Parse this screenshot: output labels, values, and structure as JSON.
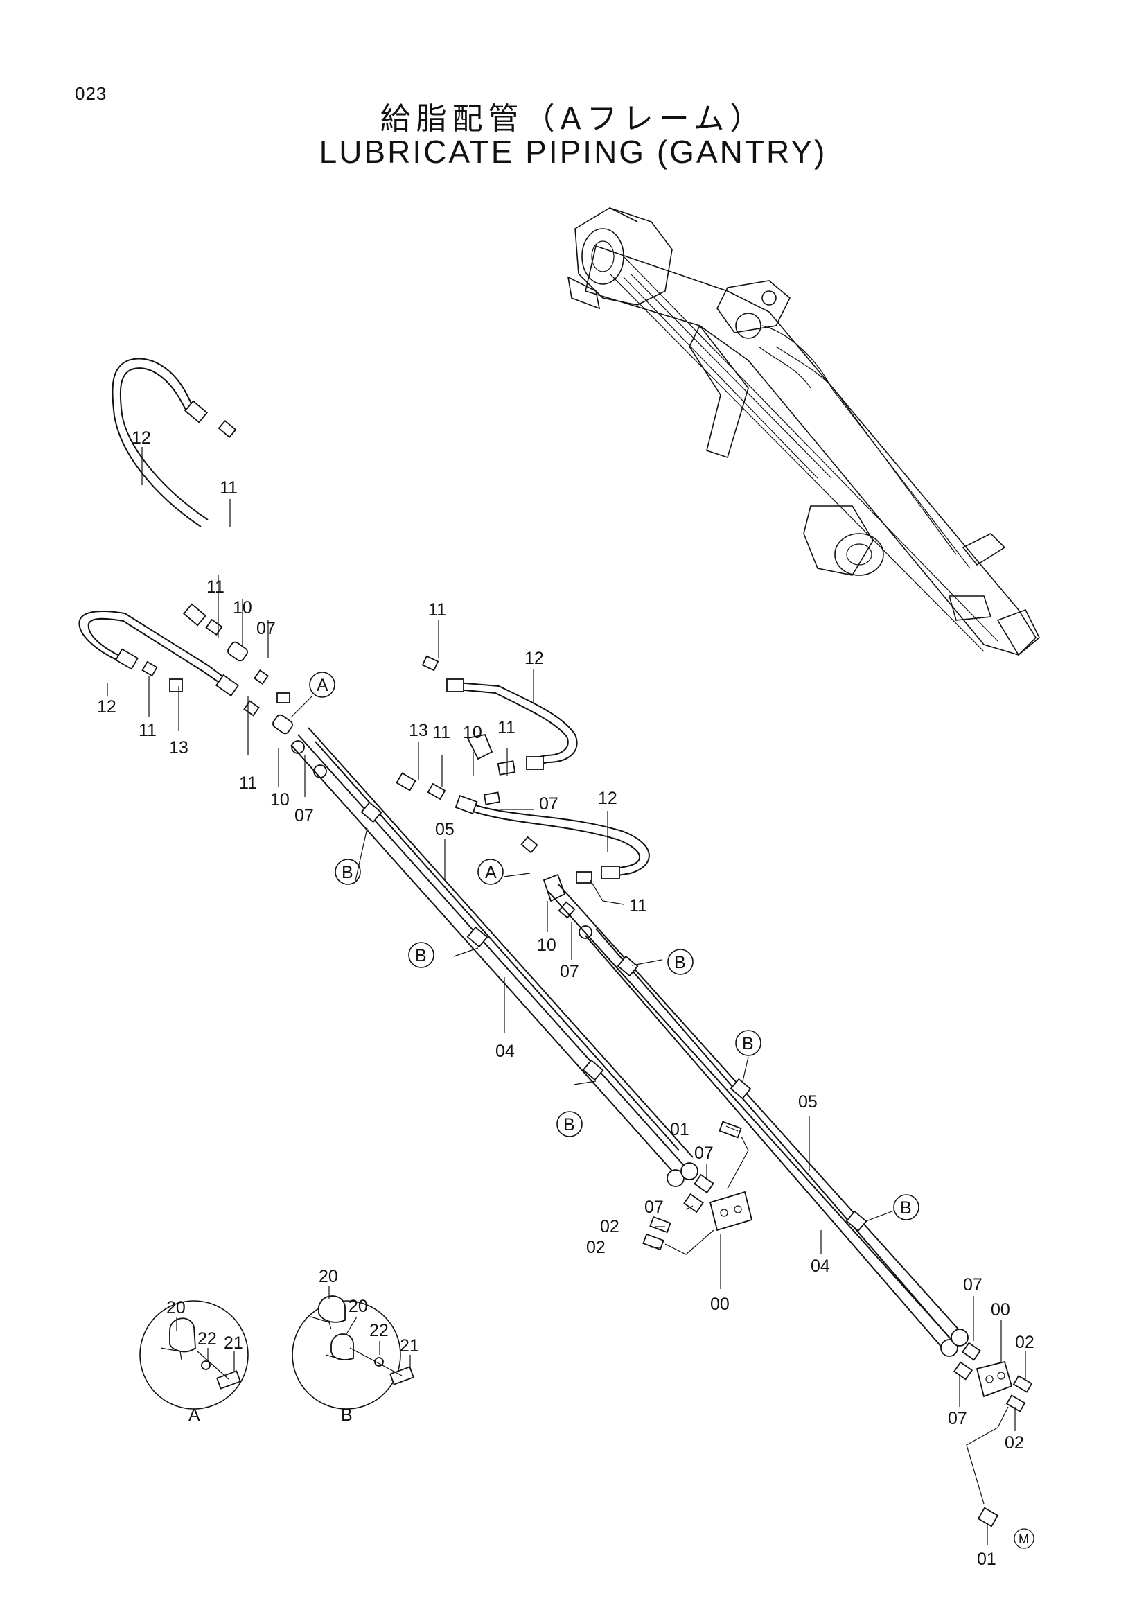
{
  "header": {
    "page_number": "023",
    "title_jp": "給脂配管（Aフレーム）",
    "title_en": "LUBRICATE PIPING (GANTRY)"
  },
  "labels": {
    "p00": "00",
    "p01": "01",
    "p02": "02",
    "p04": "04",
    "p05": "05",
    "p07": "07",
    "p10": "10",
    "p11": "11",
    "p12": "12",
    "p13": "13",
    "p20": "20",
    "p21": "21",
    "p22": "22",
    "ref_a": "A",
    "ref_b": "B",
    "mark": "M"
  }
}
